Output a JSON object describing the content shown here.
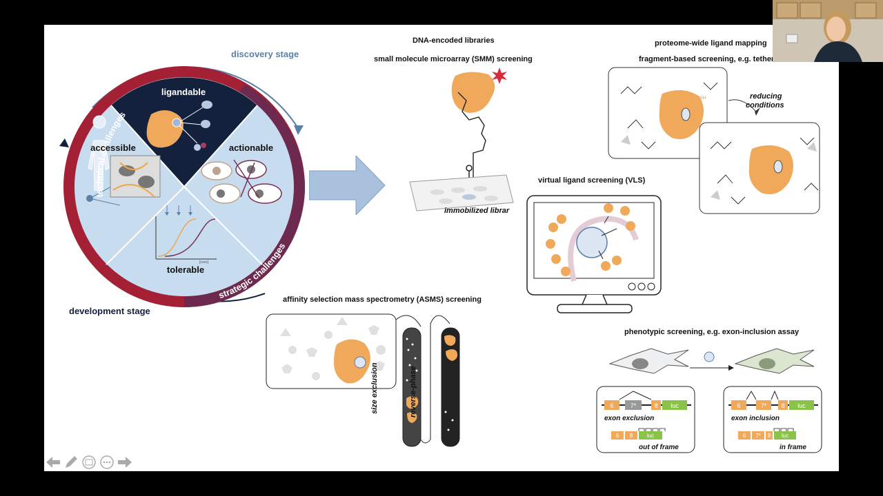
{
  "slide": {
    "discovery_stage": "discovery stage",
    "development_stage": "development stage",
    "technical_challenges": "technical challenges",
    "strategic_challenges": "strategic challenges",
    "quadrants": {
      "ligandable": "ligandable",
      "accessible": "accessible",
      "actionable": "actionable",
      "tolerable": "tolerable",
      "conc_label": "[conc]"
    },
    "del_title": "DNA-encoded libraries",
    "smm_title": "small molecule microarray (SMM) screening",
    "immobilized": "immobilized librar",
    "proteome_title": "proteome-wide ligand mapping",
    "fragment_title": "fragment-based screening, e.g. tetheri",
    "reducing": "reducing",
    "conditions": "conditions",
    "sh_label": "SH",
    "vls_title": "virtual ligand screening (VLS)",
    "asms_title": "affinity selection mass spectrometry (ASMS) screening",
    "size_exclusion": "size exclusion",
    "reverse_phase": "reverse-phase",
    "phenotypic_title": "phenotypic screening, e.g. exon-inclusion assay",
    "exon": {
      "e6": "6",
      "e7": "7*",
      "e8": "8",
      "luc": "luc",
      "exclusion": "exon exclusion",
      "inclusion": "exon inclusion",
      "out_of_frame": "out of frame",
      "in_frame": "in frame"
    }
  },
  "navigation": {
    "icons": [
      "arrow-left-icon",
      "pen-icon",
      "slides-icon",
      "more-icon",
      "arrow-right-icon"
    ]
  },
  "colors": {
    "navy": "#14213d",
    "light_blue": "#c8dcf0",
    "crimson": "#a32035",
    "plum": "#6e2a4e",
    "orange": "#f0a95a",
    "arrow_blue": "#a9c1dc",
    "luc_green": "#8bc34a"
  }
}
